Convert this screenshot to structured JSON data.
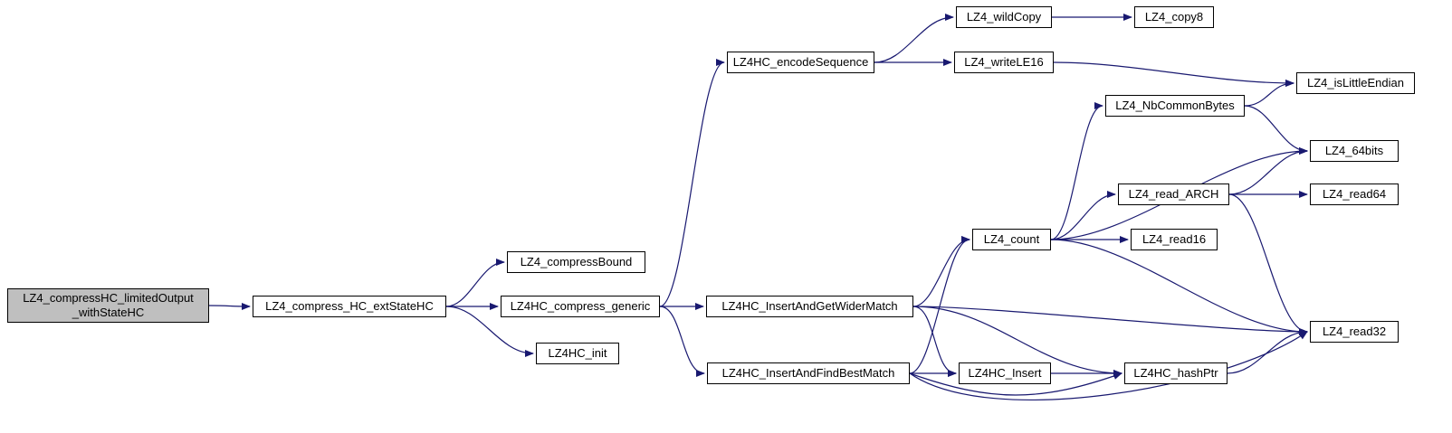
{
  "diagram": {
    "colors": {
      "edge": "#191970",
      "node_border": "#000000",
      "node_fill": "#ffffff",
      "highlight_fill": "#bfbfbf"
    },
    "nodes": [
      {
        "id": "n0",
        "label": "LZ4_compressHC_limitedOutput\n_withStateHC",
        "highlight": true
      },
      {
        "id": "n1",
        "label": "LZ4_compress_HC_extStateHC"
      },
      {
        "id": "n2",
        "label": "LZ4_compressBound"
      },
      {
        "id": "n3",
        "label": "LZ4HC_compress_generic"
      },
      {
        "id": "n4",
        "label": "LZ4HC_init"
      },
      {
        "id": "n5",
        "label": "LZ4HC_encodeSequence"
      },
      {
        "id": "n6",
        "label": "LZ4_wildCopy"
      },
      {
        "id": "n7",
        "label": "LZ4_copy8"
      },
      {
        "id": "n8",
        "label": "LZ4_writeLE16"
      },
      {
        "id": "n9",
        "label": "LZ4_isLittleEndian"
      },
      {
        "id": "n10",
        "label": "LZ4_NbCommonBytes"
      },
      {
        "id": "n11",
        "label": "LZ4_64bits"
      },
      {
        "id": "n12",
        "label": "LZ4_read_ARCH"
      },
      {
        "id": "n13",
        "label": "LZ4_read64"
      },
      {
        "id": "n14",
        "label": "LZ4_count"
      },
      {
        "id": "n15",
        "label": "LZ4_read16"
      },
      {
        "id": "n16",
        "label": "LZ4HC_InsertAndGetWiderMatch"
      },
      {
        "id": "n17",
        "label": "LZ4_read32"
      },
      {
        "id": "n18",
        "label": "LZ4HC_InsertAndFindBestMatch"
      },
      {
        "id": "n19",
        "label": "LZ4HC_Insert"
      },
      {
        "id": "n20",
        "label": "LZ4HC_hashPtr"
      }
    ],
    "edges": [
      {
        "from": "n0",
        "to": "n1"
      },
      {
        "from": "n1",
        "to": "n2"
      },
      {
        "from": "n1",
        "to": "n3"
      },
      {
        "from": "n1",
        "to": "n4"
      },
      {
        "from": "n3",
        "to": "n5"
      },
      {
        "from": "n3",
        "to": "n16"
      },
      {
        "from": "n3",
        "to": "n18"
      },
      {
        "from": "n5",
        "to": "n6"
      },
      {
        "from": "n5",
        "to": "n8"
      },
      {
        "from": "n6",
        "to": "n7"
      },
      {
        "from": "n8",
        "to": "n9"
      },
      {
        "from": "n10",
        "to": "n9"
      },
      {
        "from": "n10",
        "to": "n11"
      },
      {
        "from": "n12",
        "to": "n11"
      },
      {
        "from": "n12",
        "to": "n13"
      },
      {
        "from": "n12",
        "to": "n17"
      },
      {
        "from": "n14",
        "to": "n10"
      },
      {
        "from": "n14",
        "to": "n11"
      },
      {
        "from": "n14",
        "to": "n12"
      },
      {
        "from": "n14",
        "to": "n15"
      },
      {
        "from": "n14",
        "to": "n17"
      },
      {
        "from": "n16",
        "to": "n14"
      },
      {
        "from": "n16",
        "to": "n17"
      },
      {
        "from": "n16",
        "to": "n19"
      },
      {
        "from": "n16",
        "to": "n20"
      },
      {
        "from": "n18",
        "to": "n14"
      },
      {
        "from": "n18",
        "to": "n19"
      },
      {
        "from": "n18",
        "to": "n20",
        "sag": 32
      },
      {
        "from": "n18",
        "to": "n17",
        "sag": 62
      },
      {
        "from": "n19",
        "to": "n20"
      },
      {
        "from": "n20",
        "to": "n17"
      }
    ]
  }
}
